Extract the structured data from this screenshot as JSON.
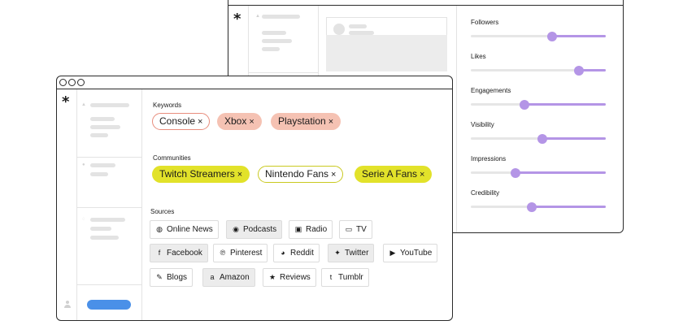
{
  "keywords": {
    "label": "Keywords",
    "tags": [
      {
        "text": "Console",
        "x": "×"
      },
      {
        "text": "Xbox",
        "x": "×"
      },
      {
        "text": "Playstation",
        "x": "×"
      }
    ]
  },
  "communities": {
    "label": "Communities",
    "tags": [
      {
        "text": "Twitch Streamers",
        "x": "×"
      },
      {
        "text": "Nintendo Fans",
        "x": "×"
      },
      {
        "text": "Serie A Fans",
        "x": "×"
      }
    ]
  },
  "sources": {
    "label": "Sources",
    "items": [
      {
        "label": "Online News",
        "icon": "globe-icon",
        "glyph": "◍",
        "selected": false
      },
      {
        "label": "Podcasts",
        "icon": "podcast-icon",
        "glyph": "◉",
        "selected": true
      },
      {
        "label": "Radio",
        "icon": "radio-icon",
        "glyph": "▣",
        "selected": false
      },
      {
        "label": "TV",
        "icon": "tv-icon",
        "glyph": "▭",
        "selected": false
      },
      {
        "label": "Facebook",
        "icon": "facebook-icon",
        "glyph": "f",
        "selected": true
      },
      {
        "label": "Pinterest",
        "icon": "pinterest-icon",
        "glyph": "℗",
        "selected": false
      },
      {
        "label": "Reddit",
        "icon": "reddit-icon",
        "glyph": "◕",
        "selected": false
      },
      {
        "label": "Twitter",
        "icon": "twitter-icon",
        "glyph": "✦",
        "selected": true
      },
      {
        "label": "YouTube",
        "icon": "youtube-icon",
        "glyph": "▶",
        "selected": false
      },
      {
        "label": "Blogs",
        "icon": "blog-icon",
        "glyph": "✎",
        "selected": false
      },
      {
        "label": "Amazon",
        "icon": "amazon-icon",
        "glyph": "a",
        "selected": true
      },
      {
        "label": "Reviews",
        "icon": "star-icon",
        "glyph": "★",
        "selected": false
      },
      {
        "label": "Tumblr",
        "icon": "tumblr-icon",
        "glyph": "t",
        "selected": false
      }
    ]
  },
  "sliders": [
    {
      "label": "Followers",
      "value": 0.6
    },
    {
      "label": "Likes",
      "value": 0.8
    },
    {
      "label": "Engagements",
      "value": 0.4
    },
    {
      "label": "Visibility",
      "value": 0.53
    },
    {
      "label": "Impressions",
      "value": 0.33
    },
    {
      "label": "Credibility",
      "value": 0.45
    }
  ],
  "colors": {
    "slider_accent": "#b495e6",
    "keyword_tag": "#f5c2b3",
    "community_tag": "#e2e22a",
    "primary_button": "#4a90e8"
  }
}
